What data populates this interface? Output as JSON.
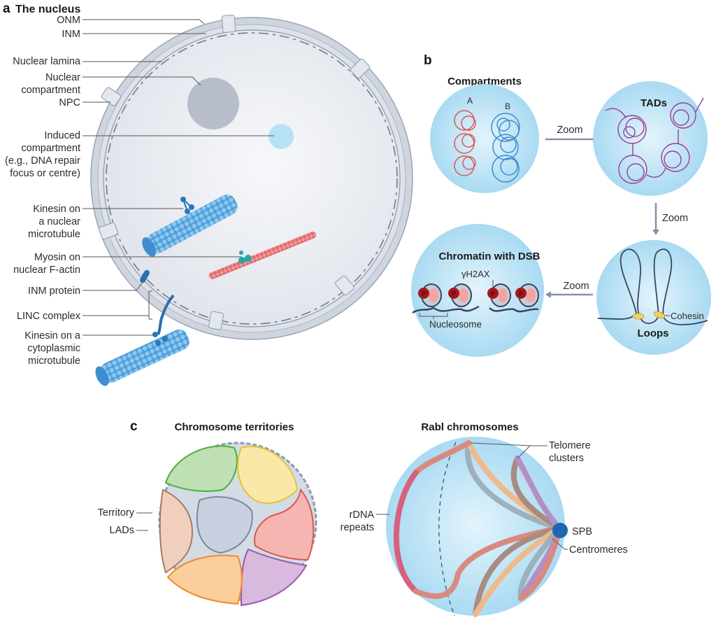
{
  "panel_a": {
    "letter": "a",
    "title": "The nucleus",
    "labels": {
      "onm": "ONM",
      "inm": "INM",
      "lamina": "Nuclear lamina",
      "compartment_1": "Nuclear",
      "compartment_2": "compartment",
      "npc": "NPC",
      "induced_1": "Induced",
      "induced_2": "compartment",
      "induced_3": "(e.g., DNA repair",
      "induced_4": "focus or centre)",
      "kinesin_nuc_1": "Kinesin on",
      "kinesin_nuc_2": "a nuclear",
      "kinesin_nuc_3": "microtubule",
      "myosin_1": "Myosin on",
      "myosin_2": "nuclear F-actin",
      "inm_protein": "INM protein",
      "linc": "LINC complex",
      "kinesin_cyto_1": "Kinesin on a",
      "kinesin_cyto_2": "cytoplasmic",
      "kinesin_cyto_3": "microtubule"
    }
  },
  "panel_b": {
    "letter": "b",
    "compartments": {
      "title": "Compartments",
      "label_a": "A",
      "label_b": "B"
    },
    "tads": {
      "title": "TADs"
    },
    "loops": {
      "title": "Loops",
      "cohesin": "Cohesin"
    },
    "chromatin": {
      "title": "Chromatin with DSB",
      "gh2ax": "γH2AX",
      "nucleosome": "Nucleosome",
      "phospho": "P"
    },
    "arrow_label": "Zoom"
  },
  "panel_c": {
    "letter": "c",
    "territories": {
      "title": "Chromosome territories",
      "territory": "Territory",
      "lads": "LADs"
    },
    "rabl": {
      "title": "Rabl chromosomes",
      "telomere_1": "Telomere",
      "telomere_2": "clusters",
      "rdna_1": "rDNA",
      "rdna_2": "repeats",
      "spb": "SPB",
      "centromeres": "Centromeres"
    }
  },
  "colors": {
    "nucleoplasm": "#e6e9f0",
    "envelope": "#cdd3de",
    "envelope_edge": "#9aa4b6",
    "compartment": "#b7bdcb",
    "induced": "#b6e2f5",
    "microtubule": "#5aa8e0",
    "actin": "#e8777a",
    "myosin": "#2aa6a0",
    "bubble": "#c4e6f7",
    "a_red": "#e0564f",
    "b_blue": "#3d8ccf",
    "tad_purple": "#9a3f93",
    "dna_dark": "#37475e",
    "cohesin": "#f1cf6a",
    "phospho": "#a4171c"
  }
}
